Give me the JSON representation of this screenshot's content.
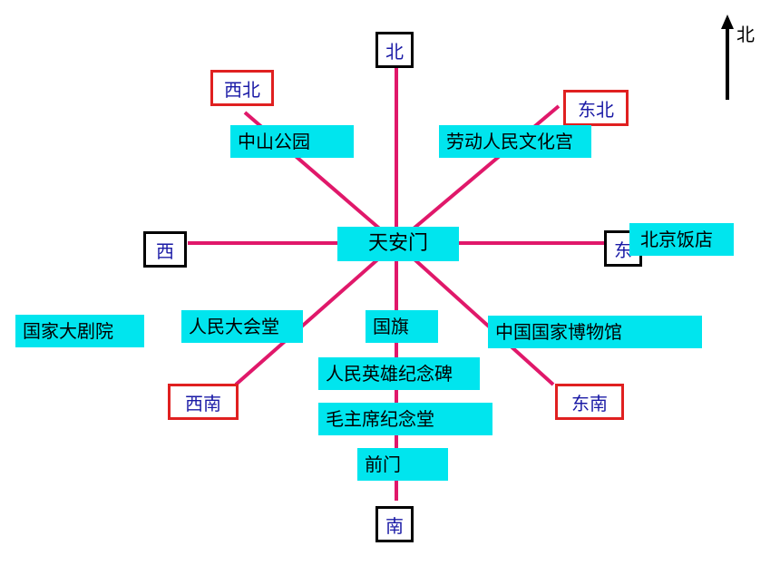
{
  "compass": {
    "label": "北"
  },
  "directions": {
    "north": "北",
    "south": "南",
    "east": "东",
    "west": "西",
    "northeast": "东北",
    "northwest": "西北",
    "southeast": "东南",
    "southwest": "西南"
  },
  "places": {
    "center": "天安门",
    "zhongshan_park": "中山公园",
    "workers_palace": "劳动人民文化宫",
    "beijing_hotel": "北京饭店",
    "national_theater": "国家大剧院",
    "great_hall": "人民大会堂",
    "national_flag": "国旗",
    "national_museum": "中国国家博物馆",
    "monument": "人民英雄纪念碑",
    "mausoleum": "毛主席纪念堂",
    "qianmen": "前门"
  },
  "colors": {
    "line": "#e0186a",
    "place_bg": "#00e5ee",
    "diag_border": "#e02020",
    "card_border": "#000000",
    "dir_text": "#1a1aa6"
  }
}
